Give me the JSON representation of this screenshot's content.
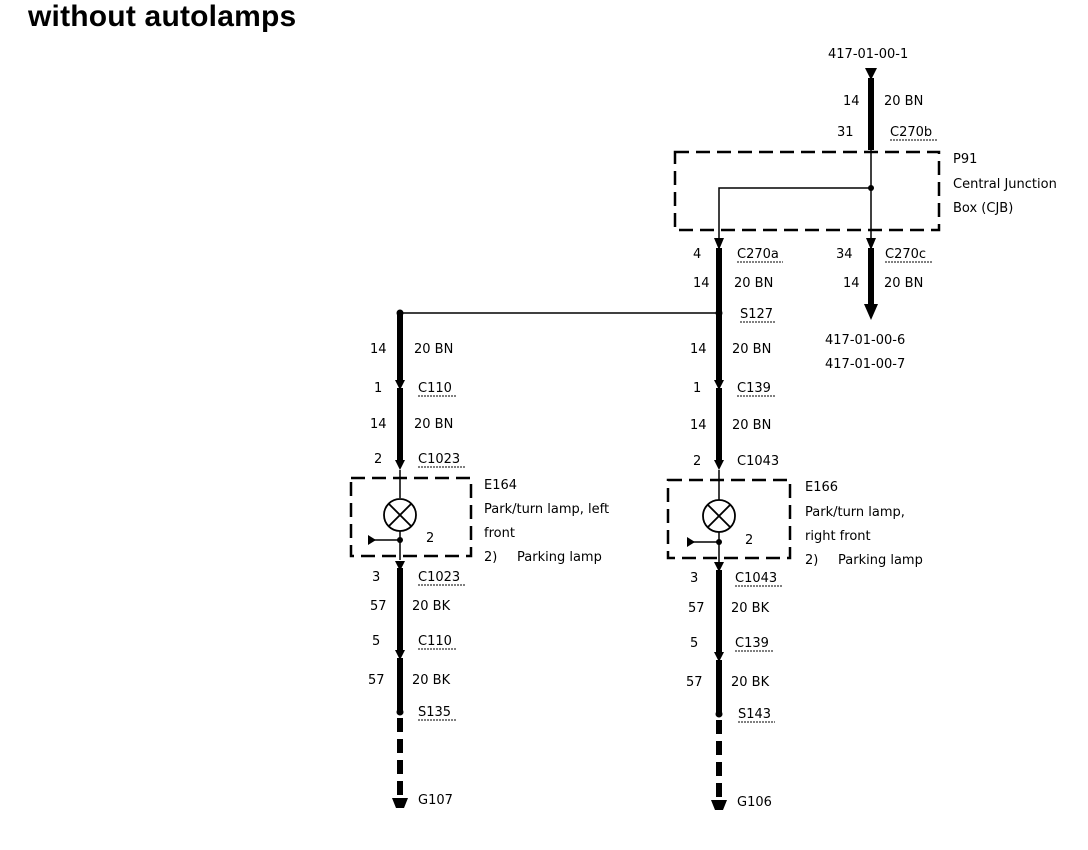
{
  "title": "without autolamps",
  "top": {
    "page_ref": "417-01-00-1",
    "circuit": "14",
    "wire": "20 BN",
    "pin": "31",
    "connector": "C270b"
  },
  "cjb": {
    "ref": "P91",
    "name_line1": "Central Junction",
    "name_line2": "Box (CJB)"
  },
  "c270a": {
    "pin": "4",
    "connector": "C270a",
    "circuit": "14",
    "wire": "20 BN"
  },
  "c270c": {
    "pin": "34",
    "connector": "C270c",
    "circuit": "14",
    "wire": "20 BN",
    "ref1": "417-01-00-6",
    "ref2": "417-01-00-7"
  },
  "splice_s127": "S127",
  "left": {
    "seg1_circuit": "14",
    "seg1_wire": "20 BN",
    "c110_pin": "1",
    "c110": "C110",
    "seg2_circuit": "14",
    "seg2_wire": "20 BN",
    "c1023_pin_top": "2",
    "c1023_top": "C1023",
    "lamp_ref": "E164",
    "lamp_line1": "Park/turn lamp, left",
    "lamp_line2": "front",
    "filament_num": "2",
    "fil_label_num": "2)",
    "fil_label": "Parking lamp",
    "c1023_pin_bot": "3",
    "c1023_bot": "C1023",
    "seg3_circuit": "57",
    "seg3_wire": "20 BK",
    "c110_pin_bot": "5",
    "c110_bot": "C110",
    "seg4_circuit": "57",
    "seg4_wire": "20 BK",
    "splice": "S135",
    "ground": "G107"
  },
  "right": {
    "seg1_circuit": "14",
    "seg1_wire": "20 BN",
    "c139_pin": "1",
    "c139": "C139",
    "seg2_circuit": "14",
    "seg2_wire": "20 BN",
    "c1043_pin_top": "2",
    "c1043_top": "C1043",
    "lamp_ref": "E166",
    "lamp_line1": "Park/turn lamp,",
    "lamp_line2": "right front",
    "filament_num": "2",
    "fil_label_num": "2)",
    "fil_label": "Parking lamp",
    "c1043_pin_bot": "3",
    "c1043_bot": "C1043",
    "seg3_circuit": "57",
    "seg3_wire": "20 BK",
    "c139_pin_bot": "5",
    "c139_bot": "C139",
    "seg4_circuit": "57",
    "seg4_wire": "20 BK",
    "splice": "S143",
    "ground": "G106"
  }
}
